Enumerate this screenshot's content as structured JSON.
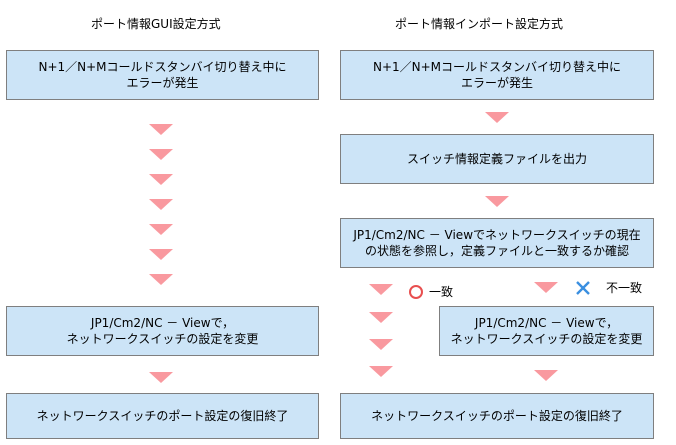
{
  "left": {
    "title": "ポート情報GUI設定方式",
    "start_box": [
      "N+1／N+Mコールドスタンバイ切り替え中に",
      "エラーが発生"
    ],
    "change_box": [
      "JP1/Cm2/NC － Viewで，",
      "ネットワークスイッチの設定を変更"
    ],
    "end_box": "ネットワークスイッチのポート設定の復旧終了"
  },
  "right": {
    "title": "ポート情報インポート設定方式",
    "start_box": [
      "N+1／N+Mコールドスタンバイ切り替え中に",
      "エラーが発生"
    ],
    "output_box": "スイッチ情報定義ファイルを出力",
    "compare_box": [
      "JP1/Cm2/NC － Viewでネットワークスイッチの現在",
      "の状態を参照し，定義ファイルと一致するか確認"
    ],
    "match_label": "一致",
    "mismatch_label": "不一致",
    "change_box": [
      "JP1/Cm2/NC － Viewで，",
      "ネットワークスイッチの設定を変更"
    ],
    "end_box": "ネットワークスイッチのポート設定の復旧終了"
  },
  "colors": {
    "box_fill": "#cce4f7",
    "box_border": "#7f7f7f",
    "arrow": "#f9999f",
    "match_mark": "#e84f4f",
    "mismatch_mark": "#3a8fe0"
  },
  "icons": {
    "match": "circle-icon",
    "mismatch": "cross-icon"
  }
}
